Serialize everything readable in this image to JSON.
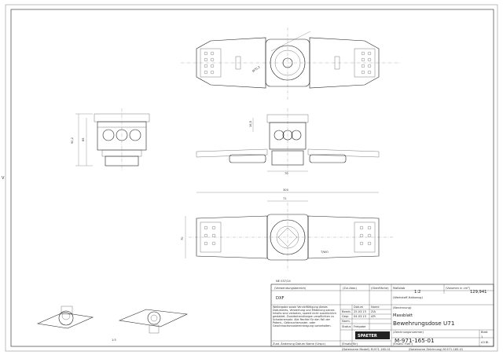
{
  "drawing": {
    "marks": {
      "left_edge": "V",
      "iso_label": "1:5"
    },
    "dimensions": {
      "top_view_diameter": "Ø70,3",
      "side_height_outer": "90,2",
      "side_height_inner": "85",
      "front_height": "16,5",
      "front_width": "70",
      "plan_length": "300",
      "plan_center": "71",
      "plan_width": "70"
    },
    "plate_text": "T/WO"
  },
  "title_block": {
    "ne_ref": "NE 037/14",
    "distribution_label": "(Verwendungsbereich)",
    "distribution_value": "DXF",
    "scale_label": "(Zul.Abw.)",
    "surface_label": "(Oberfläche)",
    "massstab_label": "Maßstab",
    "massstab_value": "1:2",
    "volume_label": "(Volumen in cm³)",
    "volume_value": "129,941",
    "material_label": "(Werkstoff,Halbzeug)",
    "legal_text": "Weitergabe sowie Vervielfältigung dieses Dokuments, Verwertung und Mitteilung seines Inhalts sind verboten, soweit nicht ausdrücklich gestattet. Zuwiderhandlungen verpflichten zu Schadenersatz. Alle Rechte für den Fall der Patent-, Gebrauchsmuster- oder Geschmacksmustereintragung vorbehalten.",
    "col_datum": "Datum",
    "col_name": "Name",
    "row_bearb": "Bearb.",
    "row_bearb_date": "25.03.15",
    "row_bearb_name": "ZiA",
    "row_gepr": "Gepr.",
    "row_gepr_date": "04.03.15",
    "row_gepr_name": "APr",
    "row_norm": "Norm.",
    "row_status": "Status",
    "row_status_value": "Freigabe",
    "benennung_label": "(Benennung)",
    "title_line1": "Massblatt",
    "title_line2": "Bewehrungsdose U71",
    "drawing_no_label": "(Zeichnungsnummer)",
    "drawing_no": "M-971-165-01",
    "sheet_label": "Blatt",
    "sheet_value": "1",
    "sheet_count": "A3 Bl.",
    "company": "SPAETER",
    "rev_cols": "Zust.  Änderung          Datum  Name  (Urspr.)",
    "ersatz": "(Ersatz für)",
    "ersatz_value": "(Ersatz: Fuer:)",
    "footer_left": "(Dateiname Modell) M-971-165-01",
    "footer_right": "(Dateiname Zeichnung) M-971-165-01"
  }
}
